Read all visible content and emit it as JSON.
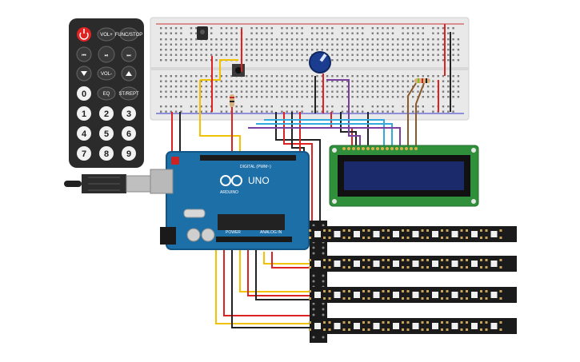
{
  "remote": {
    "buttons_row1": [
      "VOL+",
      "FUNC/STOP"
    ],
    "buttons_row3": [
      "VOL-"
    ],
    "buttons_row4": [
      "0",
      "EQ",
      "ST/REPT"
    ],
    "numbers": [
      "1",
      "2",
      "3",
      "4",
      "5",
      "6",
      "7",
      "8",
      "9"
    ]
  },
  "arduino": {
    "model": "UNO",
    "brand": "ARDUINO",
    "digital_label": "DIGITAL (PWM~)",
    "analog_label": "ANALOG IN",
    "power_label": "POWER"
  },
  "colors": {
    "breadboard": "#e6e6e6",
    "arduino": "#1d6fa8",
    "lcd_pcb": "#2f8f3a",
    "lcd_screen": "#1a2a6b",
    "led_strip": "#1b1b1b",
    "remote": "#2b2b2b",
    "wire_red": "#d22",
    "wire_yellow": "#f2c100",
    "wire_black": "#222",
    "wire_purple": "#7b3fa0",
    "wire_brown": "#8b5a2b",
    "wire_cyan": "#33aadd"
  }
}
